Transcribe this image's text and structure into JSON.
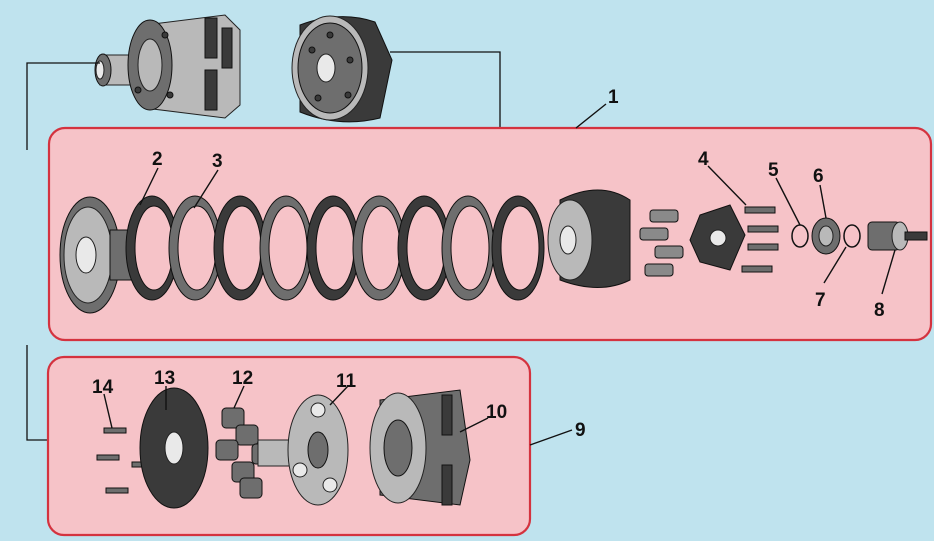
{
  "callouts": {
    "c1": "1",
    "c2": "2",
    "c3": "3",
    "c4": "4",
    "c5": "5",
    "c6": "6",
    "c7": "7",
    "c8": "8",
    "c9": "9",
    "c10": "10",
    "c11": "11",
    "c12": "12",
    "c13": "13",
    "c14": "14"
  },
  "colors": {
    "background": "#bfe3ee",
    "panel_fill": "#f6c3c8",
    "panel_border": "#d4333f"
  },
  "icons": [
    "clutch-basket-assembly-icon",
    "clutch-pressure-plate-assembly-icon"
  ]
}
